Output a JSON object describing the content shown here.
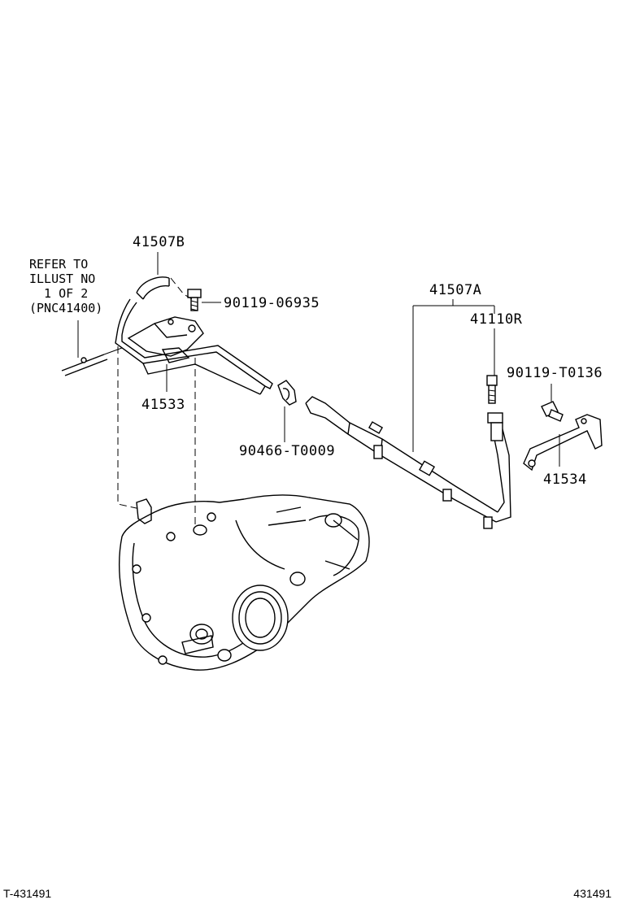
{
  "reference_note": {
    "line1": "REFER TO",
    "line2": "ILLUST NO",
    "line3": "  1 OF 2",
    "line4": "(PNC41400)"
  },
  "part_labels": {
    "hose_b": "41507B",
    "bolt_06935": "90119-06935",
    "pipe_41533": "41533",
    "clamp_t0009": "90466-T0009",
    "hose_a": "41507A",
    "breather_plug": "41110R",
    "bolt_t0136": "90119-T0136",
    "bracket_41534": "41534"
  },
  "footer": {
    "left_code": "T-431491",
    "right_code": "431491"
  }
}
